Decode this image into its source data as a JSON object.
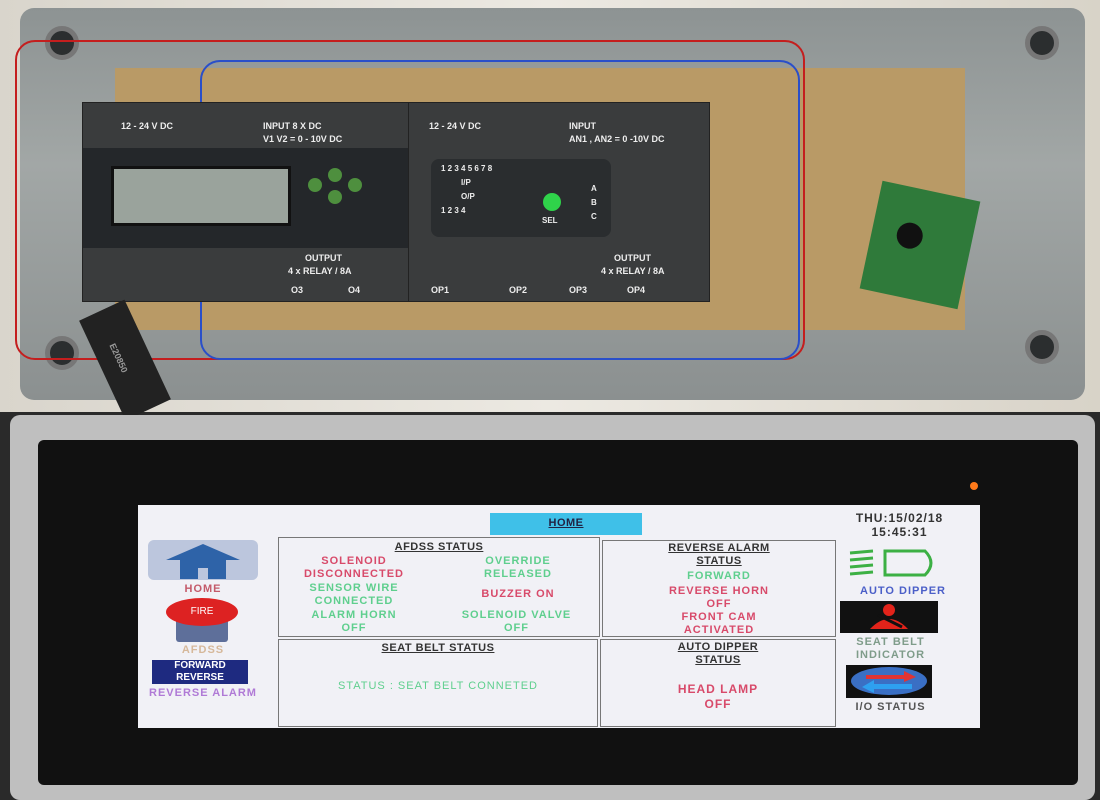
{
  "photo": {
    "plc_left": {
      "supply": "12 - 24 V DC",
      "input": "INPUT  8 X DC",
      "analog": "V1 V2 = 0 - 10V DC",
      "output": "OUTPUT",
      "output_rating": "4 x RELAY / 8A",
      "terminals": [
        "O3",
        "O4"
      ]
    },
    "plc_right": {
      "supply": "12 - 24 V DC",
      "input": "INPUT",
      "analog": "AN1 , AN2 = 0 -10V DC",
      "ip": "I/P",
      "op": "O/P",
      "ip_nums": "1 2 3 4 5 6 7 8",
      "op_nums": "1 2 3 4",
      "sel": "SEL",
      "abc": [
        "A",
        "B",
        "C"
      ],
      "output": "OUTPUT",
      "output_rating": "4 x RELAY / 8A",
      "terminals": [
        "OP1",
        "OP2",
        "OP3",
        "OP4"
      ]
    },
    "cable_text": "E20850"
  },
  "hmi": {
    "home_tab": "HOME",
    "date": "THU:15/02/18",
    "time": "15:45:31",
    "left_nav": [
      {
        "label": "HOME",
        "icon": "home-icon"
      },
      {
        "label": "AFDSS",
        "icon": "fire-alarm-icon",
        "icon_text": "FIRE"
      },
      {
        "label": "REVERSE ALARM",
        "icon": "forward-reverse-icon",
        "icon_text": [
          "FORWARD",
          "REVERSE"
        ]
      }
    ],
    "right_nav": [
      {
        "label": "AUTO DIPPER",
        "icon": "headlamp-icon"
      },
      {
        "label": "SEAT BELT INDICATOR",
        "icon": "seat-belt-icon"
      },
      {
        "label": "I/O STATUS",
        "icon": "io-arrows-icon"
      }
    ],
    "afdss": {
      "title": "AFDSS STATUS",
      "items": [
        {
          "l1": "SOLENOID",
          "l2": "DISCONNECTED",
          "status": "red"
        },
        {
          "l1": "OVERRIDE",
          "l2": "RELEASED",
          "status": "green"
        },
        {
          "l1": "SENSOR WIRE",
          "l2": "CONNECTED",
          "status": "green"
        },
        {
          "l1": "BUZZER ON",
          "l2": "",
          "status": "red"
        },
        {
          "l1": "ALARM HORN",
          "l2": "OFF",
          "status": "green"
        },
        {
          "l1": "SOLENOID VALVE",
          "l2": "OFF",
          "status": "green"
        }
      ]
    },
    "seat_belt": {
      "title": "SEAT BELT STATUS",
      "status": "STATUS : SEAT BELT CONNETED"
    },
    "reverse": {
      "title1": "REVERSE ALARM",
      "title2": "STATUS",
      "forward": "FORWARD",
      "horn1": "REVERSE HORN",
      "horn2": "OFF",
      "cam1": "FRONT CAM",
      "cam2": "ACTIVATED"
    },
    "dipper": {
      "title1": "AUTO DIPPER",
      "title2": "STATUS",
      "lamp1": "HEAD LAMP",
      "lamp2": "OFF"
    },
    "colors": {
      "red": "#d84a6a",
      "green": "#5fcf8e",
      "blue": "#4b5fc8",
      "tab": "#3fc0e8"
    }
  }
}
